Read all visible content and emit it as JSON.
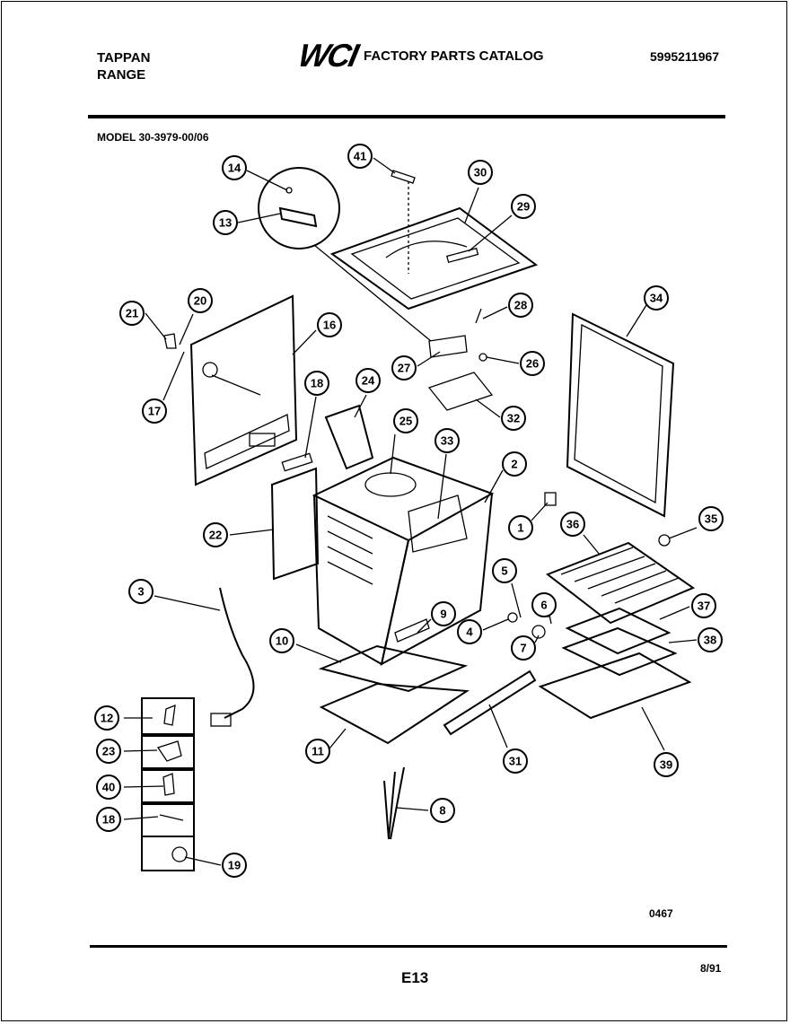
{
  "header": {
    "brand_line1": "TAPPAN",
    "brand_line2": "RANGE",
    "logo_text": "WCI",
    "catalog_title": "FACTORY PARTS CATALOG",
    "part_number": "5995211967"
  },
  "model_label": "MODEL 30-3979-00/06",
  "diagram": {
    "callouts": [
      "14",
      "13",
      "41",
      "30",
      "29",
      "21",
      "20",
      "16",
      "17",
      "18",
      "24",
      "25",
      "28",
      "27",
      "26",
      "32",
      "34",
      "33",
      "2",
      "1",
      "35",
      "22",
      "36",
      "3",
      "5",
      "6",
      "4",
      "9",
      "37",
      "10",
      "7",
      "38",
      "12",
      "11",
      "31",
      "39",
      "23",
      "40",
      "18",
      "8",
      "19"
    ]
  },
  "footer": {
    "code": "0467",
    "page": "E13",
    "date": "8/91"
  }
}
